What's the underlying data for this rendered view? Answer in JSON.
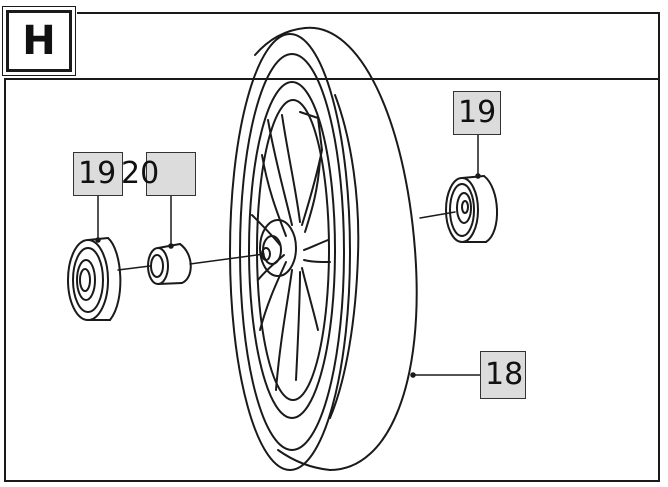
{
  "step": {
    "letter": "H"
  },
  "callouts": {
    "bearing_left": "19",
    "bushing_left": "20",
    "bearing_right": "19",
    "wheel": "18"
  }
}
